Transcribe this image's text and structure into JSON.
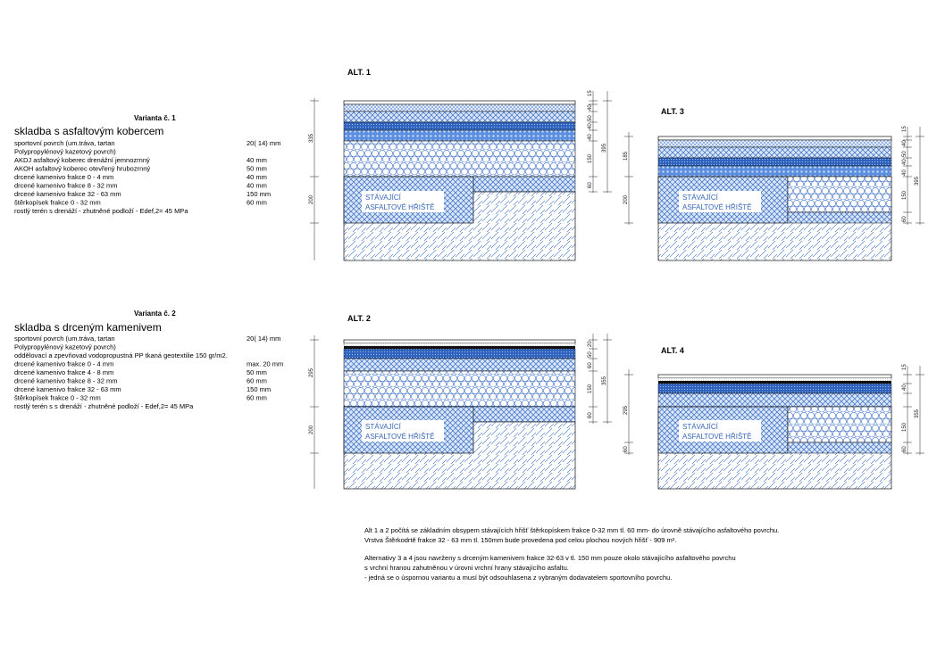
{
  "variant1": {
    "heading": "Varianta č. 1",
    "title": "skladba s asfaltovým kobercem",
    "layers": [
      {
        "name": "sportovní povrch (um.tráva, tartan",
        "value": "20( 14) mm"
      },
      {
        "name": "Polypropylénový kazetový povrch)",
        "value": ""
      },
      {
        "name": "AKDJ asfaltový koberec drenážní jemnozrnný",
        "value": "40 mm"
      },
      {
        "name": "AKOH asfaltový koberec otevřený hrubozrnný",
        "value": "50 mm"
      },
      {
        "name": "drcené kamenivo frakce 0 - 4 mm",
        "value": "40 mm"
      },
      {
        "name": "drcené kamenivo frakce 8 - 32 mm",
        "value": "40 mm"
      },
      {
        "name": "drcené kamenivo frakce 32 - 63 mm",
        "value": "150 mm"
      },
      {
        "name": "štěrkopísek  frakce 0 -  32 mm",
        "value": "60 mm"
      },
      {
        "name": "rostlý terén s drenáží - zhutněné podloží - Edef,2= 45 MPa",
        "value": ""
      }
    ]
  },
  "variant2": {
    "heading": "Varianta č. 2",
    "title": "skladba s drceným kamenivem",
    "layers": [
      {
        "name": "sportovní povrch (um.tráva, tartan",
        "value": "20( 14) mm"
      },
      {
        "name": "Polypropylénový kazetový povrch)",
        "value": ""
      },
      {
        "name": "oddělovací a zpevňovad vodopropustná PP tkaná geotextilie 150 gr/m2.",
        "value": ""
      },
      {
        "name": "drcené kamenivo frakce 0 - 4 mm",
        "value": "max. 20 mm"
      },
      {
        "name": "drcené kamenivo frakce 4 - 8 mm",
        "value": "50 mm"
      },
      {
        "name": "drcené kamenivo frakce 8 - 32 mm",
        "value": "60 mm"
      },
      {
        "name": "drcené kamenivo frakce 32 - 63 mm",
        "value": "150 mm"
      },
      {
        "name": "štěrkopísek  frakce 0 -  32 mm",
        "value": "60 mm"
      },
      {
        "name": "rostlý terén s s drenáží - zhutněné podloží - Edef,2= 45 MPa",
        "value": ""
      }
    ]
  },
  "alternatives": {
    "alt1": {
      "title": "ALT. 1",
      "label1": "STÁVAJÍCÍ",
      "label2": "ASFALTOVÉ HŘIŠTĚ",
      "dims_left": [
        "335",
        "200"
      ],
      "dims_inner": [
        "15",
        "40",
        "50",
        "40",
        "40",
        "150",
        "60"
      ],
      "dims_right": [
        "395"
      ]
    },
    "alt2": {
      "title": "ALT. 2",
      "label1": "STÁVAJÍCÍ",
      "label2": "ASFALTOVÉ HŘIŠTĚ",
      "dims_left": [
        "295",
        "200"
      ],
      "dims_inner": [
        "20",
        "50",
        "60",
        "150",
        "60"
      ],
      "dims_right": [
        "355"
      ]
    },
    "alt3": {
      "title": "ALT. 3",
      "label1": "STÁVAJÍCÍ",
      "label2": "ASFALTOVÉ HŘIŠTĚ",
      "dims_left": [
        "185",
        "200"
      ],
      "dims_inner": [
        "15",
        "40",
        "50",
        "40",
        "40",
        "150",
        "60"
      ],
      "dims_right": [
        "395"
      ]
    },
    "alt4": {
      "title": "ALT. 4",
      "label1": "STÁVAJÍCÍ",
      "label2": "ASFALTOVÉ HŘIŠTĚ",
      "dims_left": [
        "295",
        "60"
      ],
      "dims_inner": [
        "15",
        "40",
        "150",
        "60"
      ],
      "dims_right": [
        "355"
      ]
    }
  },
  "notes": {
    "line1": "Alt 1 a 2 počítá se základním obsypem stávajících hřišť štěrkopískem frakce 0-32 mm  tl. 60 mm- do úrovně stávajícího asfaltového povrchu.",
    "line2": "Vrstva Štěrkodrtě frakce 32 - 63 mm tl. 150mm bude provedena pod celou plochou nových hřišť - 909 m².",
    "line3": "Alternativy 3 a 4 jsou navrženy s drceným kamenivem frakce 32-63 v tl. 150 mm pouze okolo stávajícího asfaltového povrchu",
    "line4": "s vrchní hranou zahutněnou v úrovni vrchní hrany stávajícího asfaltu.",
    "line5": " - jedná se o úspornou variantu a musí být odsouhlasena z vybraným dodavatelem sportovního povrchu."
  },
  "colors": {
    "accent": "#3a6cc4",
    "light": "#cfe0f6",
    "ink": "#111111"
  }
}
